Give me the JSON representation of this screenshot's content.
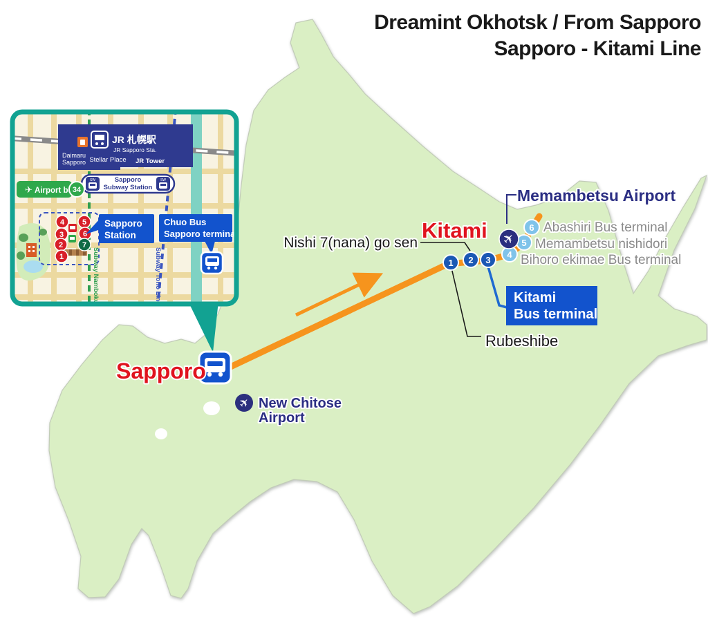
{
  "title": {
    "line1": "Dreamint Okhotsk / From Sapporo",
    "line2": "Sapporo - Kitami Line"
  },
  "colors": {
    "land": "#daefc4",
    "route_orange": "#f6941d",
    "label_blue": "#1253cd",
    "dark_stop_blue": "#1b58b4",
    "light_stop_blue": "#7fc3ea",
    "airport_navy": "#2b2f7e",
    "inset_border_teal": "#12a292",
    "red_stop": "#d81e28"
  },
  "icons": {
    "plane_glyph": "✈"
  },
  "map": {
    "sapporo_label": "Sapporo",
    "kitami_label": "Kitami",
    "nishi_label": "Nishi 7(nana) go sen",
    "rubeshibe_label": "Rubeshibe",
    "memambetsu_airport_label": "Memambetsu Airport",
    "new_chitose": {
      "line1": "New Chitose",
      "line2": "Airport"
    },
    "kitami_bus_terminal": {
      "line1": "Kitami",
      "line2": "Bus terminal"
    },
    "stops": [
      {
        "num": "1",
        "type": "dark"
      },
      {
        "num": "2",
        "type": "dark"
      },
      {
        "num": "3",
        "type": "dark"
      },
      {
        "num": "4",
        "type": "light",
        "label": "Bihoro ekimae Bus terminal"
      },
      {
        "num": "5",
        "type": "light",
        "label": "Memambetsu nishidori"
      },
      {
        "num": "6",
        "type": "light",
        "label": "Abashiri Bus terminal"
      }
    ]
  },
  "inset": {
    "jr_station_jp": "JR 札幌駅",
    "jr_station_en": "JR Sapporo Sta.",
    "stellar_place": "Stellar Place",
    "daimaru_line1": "Daimaru",
    "daimaru_line2": "Sapporo",
    "jr_tower": "JR Tower",
    "subway_station_line1": "Sapporo",
    "subway_station_line2": "Subway Station",
    "subway_icon_label": "SW",
    "airport_bus": "Airport bus",
    "route_34": "34",
    "sapporo_station_line1": "Sapporo",
    "sapporo_station_line2": "Station",
    "chuo_bus_line1": "Chuo Bus",
    "chuo_bus_line2": "Sapporo terminal",
    "namboku_line": "Subway Namboku Line",
    "toho_line": "Subway Toho Line",
    "stop_numbers": [
      "1",
      "2",
      "3",
      "4",
      "5",
      "6",
      "7"
    ]
  }
}
